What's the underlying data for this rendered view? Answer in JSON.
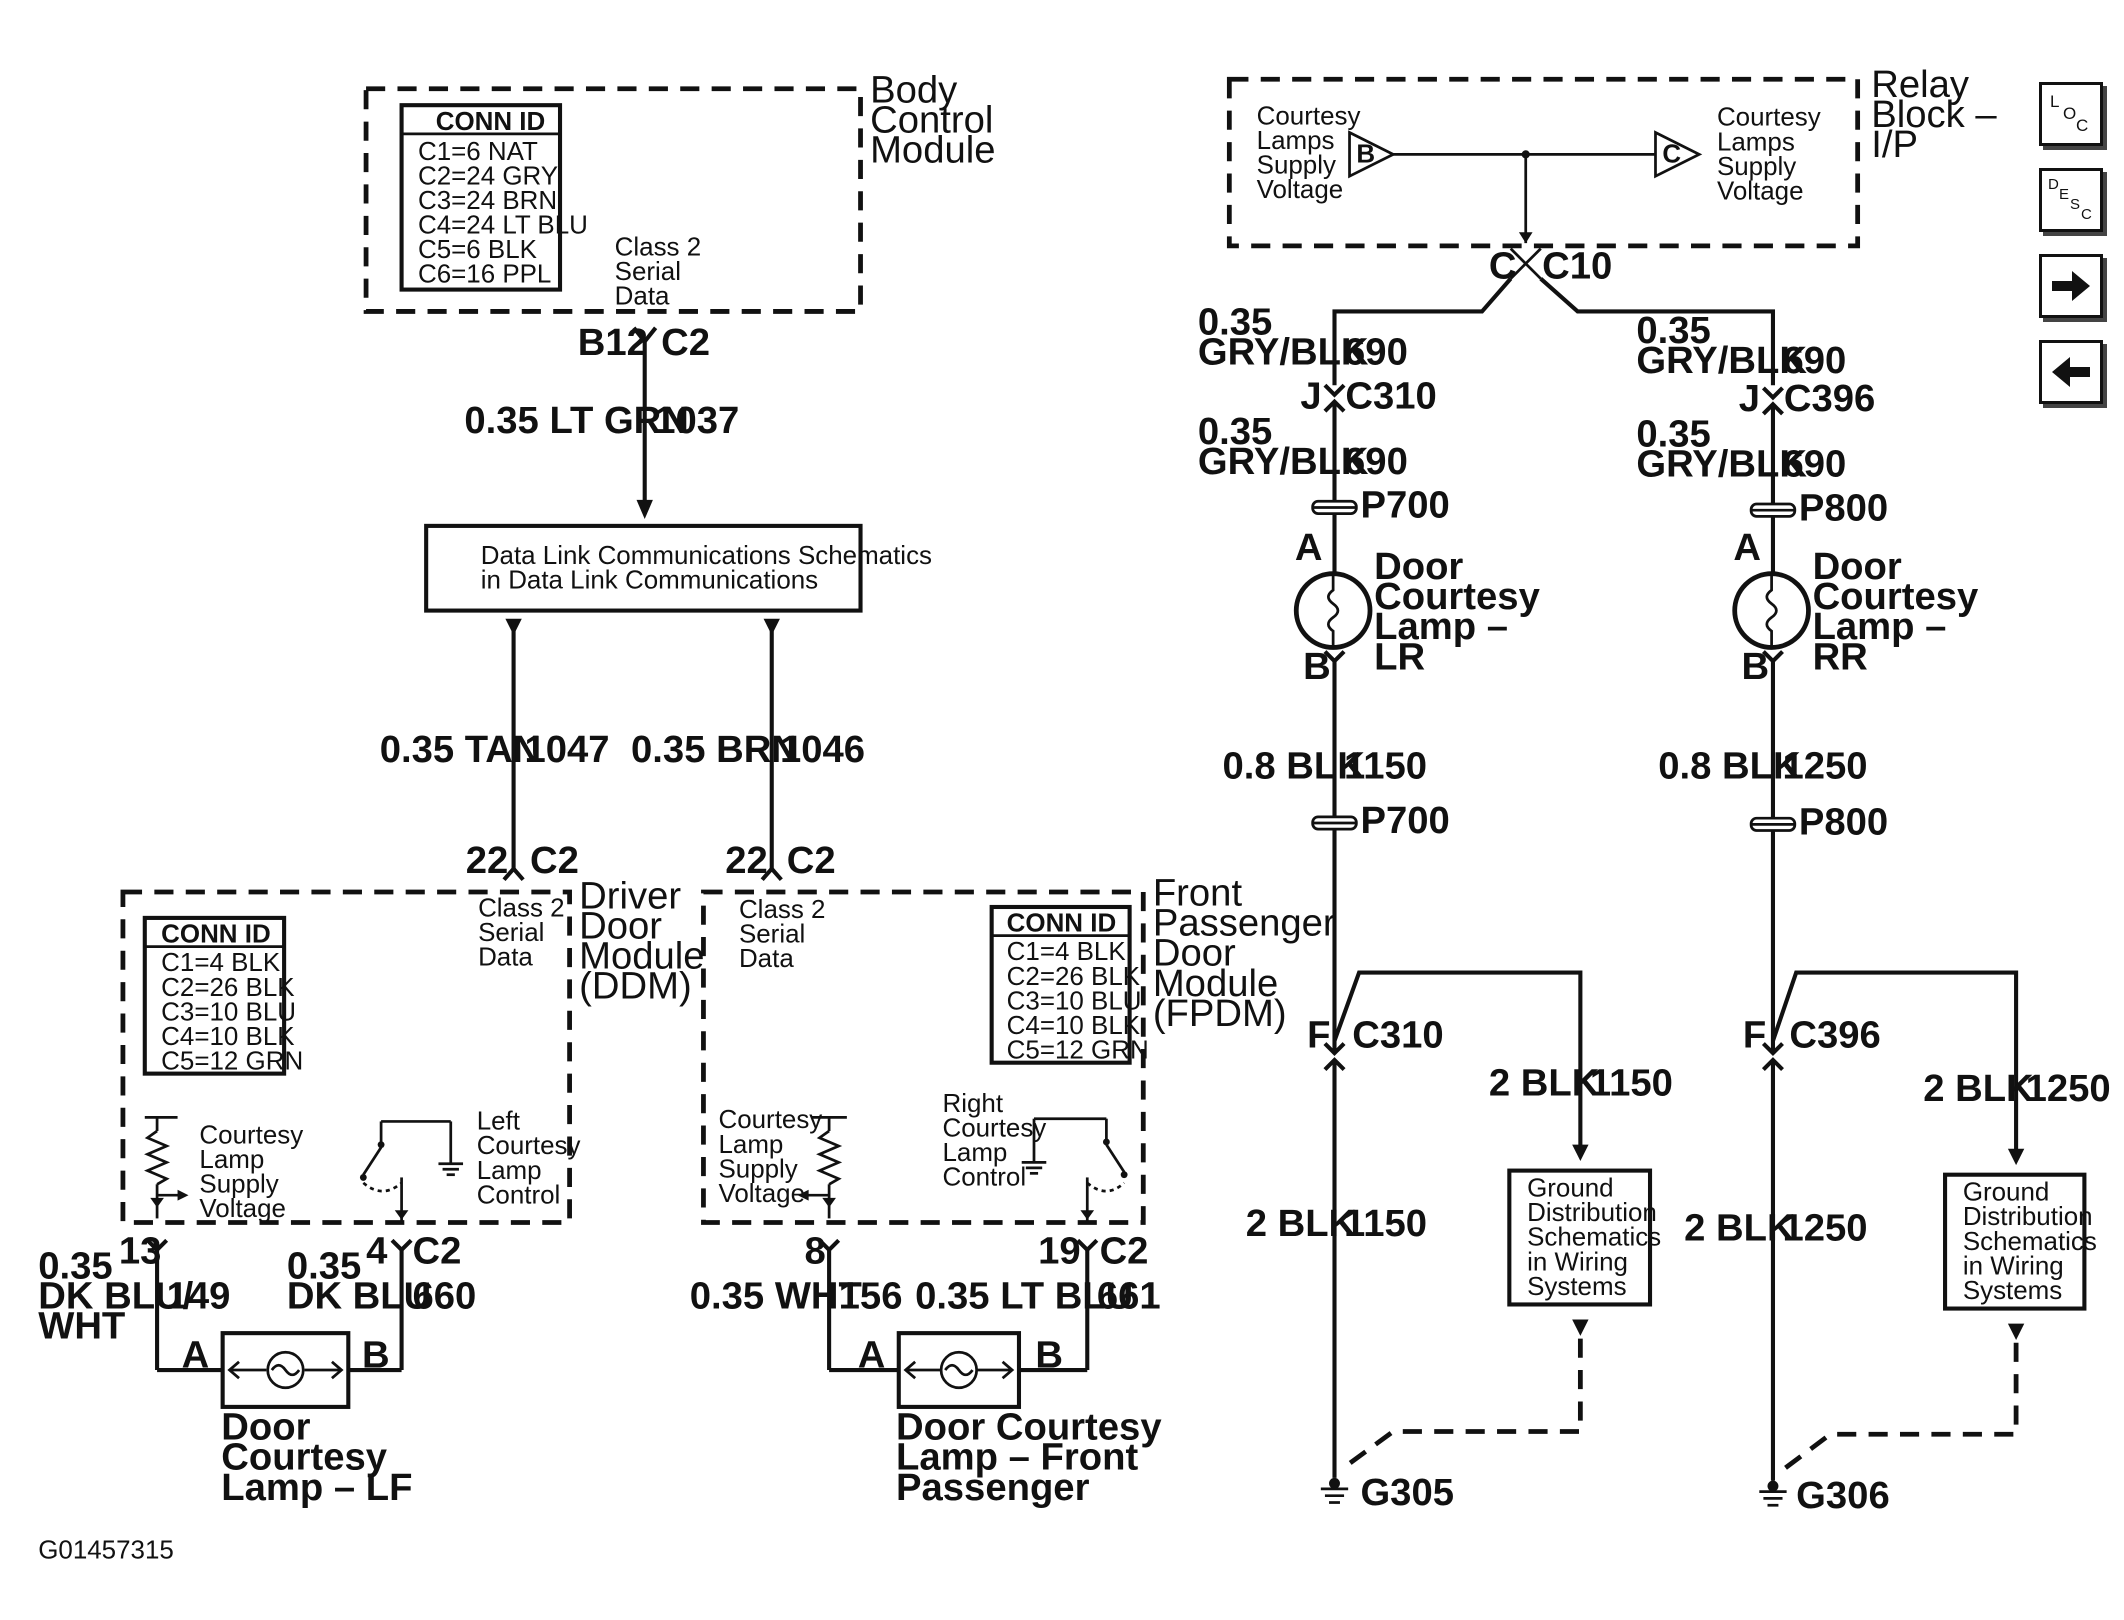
{
  "figure_id": "G01457315",
  "nav": {
    "loc": {
      "l": "L",
      "o": "O",
      "c": "C"
    },
    "desc": {
      "d": "D",
      "e": "E",
      "s": "S",
      "c": "C"
    }
  },
  "bcm": {
    "name": [
      "Body",
      "Control",
      "Module"
    ],
    "conn_id_title": "CONN ID",
    "conn_ids": [
      "C1=6 NAT",
      "C2=24 GRY",
      "C3=24 BRN",
      "C4=24 LT BLU",
      "C5=6 BLK",
      "C6=16 PPL"
    ],
    "serial_label": [
      "Class 2",
      "Serial",
      "Data"
    ],
    "pin": "B12",
    "conn": "C2",
    "wire_gauge_color": "0.35 LT GRN",
    "wire_circuit": "1037"
  },
  "data_link": {
    "text": [
      "Data Link Communications Schematics",
      "in Data Link Communications"
    ]
  },
  "wire_tan": {
    "gauge_color": "0.35 TAN",
    "circuit": "1047",
    "pin": "22",
    "conn": "C2"
  },
  "wire_brn": {
    "gauge_color": "0.35 BRN",
    "circuit": "1046",
    "pin": "22",
    "conn": "C2"
  },
  "ddm": {
    "name": [
      "Driver",
      "Door",
      "Module",
      "(DDM)"
    ],
    "serial_label": [
      "Class 2",
      "Serial",
      "Data"
    ],
    "conn_id_title": "CONN ID",
    "conn_ids": [
      "C1=4 BLK",
      "C2=26 BLK",
      "C3=10 BLU",
      "C4=10 BLK",
      "C5=12 GRN"
    ],
    "supply_label": [
      "Courtesy",
      "Lamp",
      "Supply",
      "Voltage"
    ],
    "control_label": [
      "Left",
      "Courtesy",
      "Lamp",
      "Control"
    ],
    "pin_left": "13",
    "pin_right": "4",
    "conn": "C2",
    "wire_left_gauge": [
      "0.35",
      "DK BLU/",
      "WHT"
    ],
    "wire_left_circuit": "149",
    "wire_right_gauge": [
      "0.35",
      "DK BLU"
    ],
    "wire_right_circuit": "660",
    "lamp_pin_a": "A",
    "lamp_pin_b": "B",
    "lamp_name": [
      "Door",
      "Courtesy",
      "Lamp – LF"
    ]
  },
  "fpdm": {
    "name": [
      "Front",
      "Passenger",
      "Door",
      "Module",
      "(FPDM)"
    ],
    "serial_label": [
      "Class 2",
      "Serial",
      "Data"
    ],
    "conn_id_title": "CONN ID",
    "conn_ids": [
      "C1=4 BLK",
      "C2=26 BLK",
      "C3=10 BLU",
      "C4=10 BLK",
      "C5=12 GRN"
    ],
    "supply_label": [
      "Courtesy",
      "Lamp",
      "Supply",
      "Voltage"
    ],
    "control_label": [
      "Right",
      "Courtesy",
      "Lamp",
      "Control"
    ],
    "pin_left": "8",
    "pin_right": "19",
    "conn": "C2",
    "wire_left_gauge": "0.35 WHT",
    "wire_left_circuit": "156",
    "wire_right_gauge": "0.35 LT BLU",
    "wire_right_circuit": "661",
    "lamp_pin_a": "A",
    "lamp_pin_b": "B",
    "lamp_name": [
      "Door Courtesy",
      "Lamp – Front",
      "Passenger"
    ]
  },
  "relay_block": {
    "name": [
      "Relay",
      "Block –",
      "I/P"
    ],
    "left_label": [
      "Courtesy",
      "Lamps",
      "Supply",
      "Voltage"
    ],
    "right_label": [
      "Courtesy",
      "Lamps",
      "Supply",
      "Voltage"
    ],
    "left_pin": "B",
    "right_pin": "C",
    "out_pin": "C",
    "out_conn": "C10"
  },
  "lr": {
    "w1_gauge": [
      "0.35",
      "GRY/BLK"
    ],
    "w1_circuit": "690",
    "c_pin": "J",
    "c_conn": "C310",
    "w2_gauge": [
      "0.35",
      "GRY/BLK"
    ],
    "w2_circuit": "690",
    "p1": "P700",
    "lamp_pin_a": "A",
    "lamp_pin_b": "B",
    "lamp_name": [
      "Door",
      "Courtesy",
      "Lamp –",
      "LR"
    ],
    "w3_gauge": "0.8 BLK",
    "w3_circuit": "1150",
    "p2": "P700",
    "f_pin": "F",
    "f_conn": "C310",
    "branch_gauge": "2 BLK",
    "branch_circuit": "1150",
    "w4_gauge": "2 BLK",
    "w4_circuit": "1150",
    "gd_text": [
      "Ground",
      "Distribution",
      "Schematics",
      "in Wiring",
      "Systems"
    ],
    "ground": "G305"
  },
  "rr": {
    "w1_gauge": [
      "0.35",
      "GRY/BLK"
    ],
    "w1_circuit": "690",
    "c_pin": "J",
    "c_conn": "C396",
    "w2_gauge": [
      "0.35",
      "GRY/BLK"
    ],
    "w2_circuit": "690",
    "p1": "P800",
    "lamp_pin_a": "A",
    "lamp_pin_b": "B",
    "lamp_name": [
      "Door",
      "Courtesy",
      "Lamp –",
      "RR"
    ],
    "w3_gauge": "0.8 BLK",
    "w3_circuit": "1250",
    "p2": "P800",
    "f_pin": "F",
    "f_conn": "C396",
    "branch_gauge": "2 BLK",
    "branch_circuit": "1250",
    "w4_gauge": "2 BLK",
    "w4_circuit": "1250",
    "gd_text": [
      "Ground",
      "Distribution",
      "Schematics",
      "in Wiring",
      "Systems"
    ],
    "ground": "G306"
  }
}
